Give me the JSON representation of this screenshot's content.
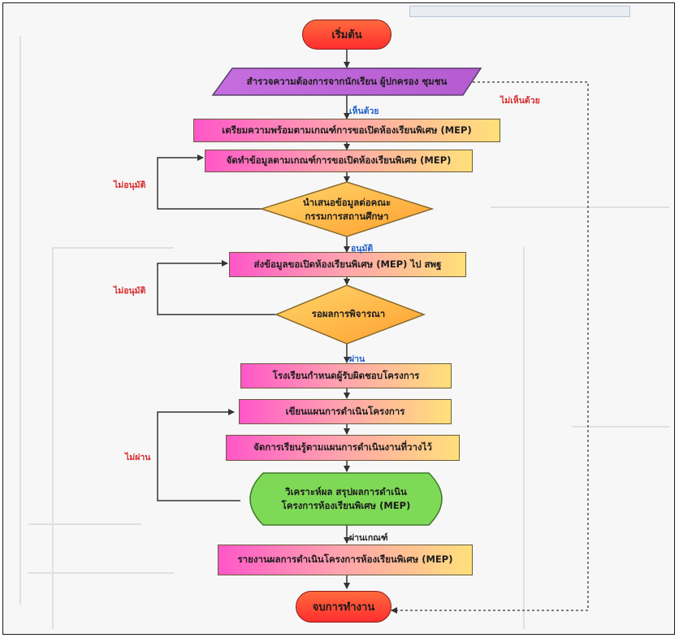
{
  "flowchart": {
    "start": "เริ่มต้น",
    "survey": "สำรวจความต้องการจากนักเรียน ผู้ปกครอง ชุมชน",
    "prepare": "เตรียมความพร้อมตามเกณฑ์การขอเปิดห้องเรียนพิเศษ (MEP)",
    "compile": "จัดทำข้อมูลตามเกณฑ์การขอเปิดห้องเรียนพิเศษ (MEP)",
    "present_line1": "นำเสนอข้อมูลต่อคณะ",
    "present_line2": "กรรมการสถานศึกษา",
    "send": "ส่งข้อมูลขอเปิดห้องเรียนพิเศษ (MEP) ไป สพฐ",
    "wait": "รอผลการพิจารณา",
    "assign": "โรงเรียนกำหนดผู้รับผิดชอบโครงการ",
    "plan": "เขียนแผนการดำเนินโครงการ",
    "implement": "จัดการเรียนรู้ตามแผนการดำเนินงานที่วางไว้",
    "analyze_line1": "วิเคราะห์ผล สรุปผลการดำเนิน",
    "analyze_line2": "โครงการห้องเรียนพิเศษ (MEP)",
    "report": "รายงานผลการดำเนินโครงการห้องเรียนพิเศษ (MEP)",
    "end": "จบการทำงาน"
  },
  "labels": {
    "agree": "เห็นด้วย",
    "disagree": "ไม่เห็นด้วย",
    "not_approved_1": "ไม่อนุมัติ",
    "approved": "อนุมัติ",
    "not_approved_2": "ไม่อนุมัติ",
    "pass": "ผ่าน",
    "fail": "ไม่ผ่าน",
    "pass_criteria": "ผ่านเกณฑ์"
  },
  "colors": {
    "process_gradient": [
      "#ff57c8",
      "#ff9fb0",
      "#ffe07a"
    ],
    "survey_fill": "#c86bd9",
    "decision_fill": "#ffc35a",
    "analyze_fill": "#7ed957",
    "terminal_fill": "#ff3b2f",
    "label_red": "#d62a2a",
    "label_blue": "#1f5fc9"
  }
}
